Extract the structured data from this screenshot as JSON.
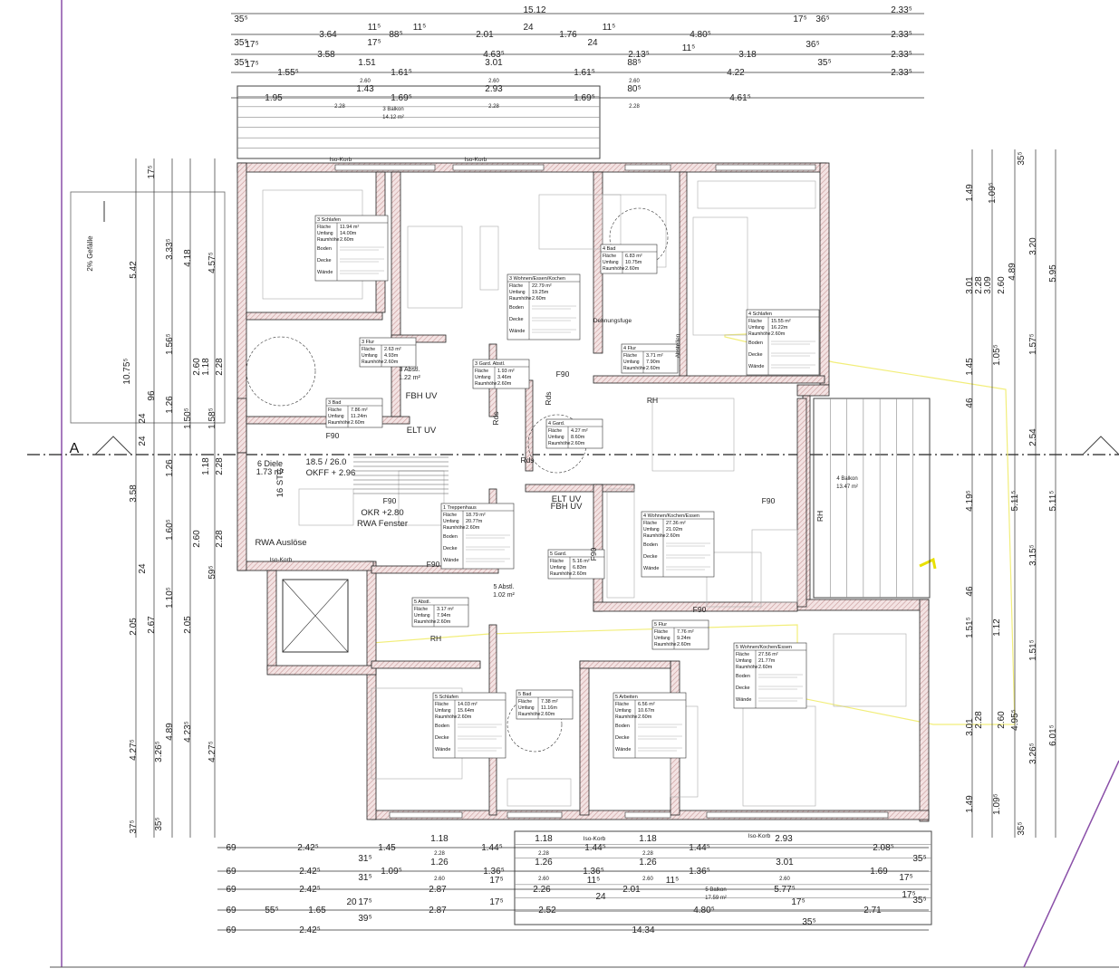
{
  "colors": {
    "wall_hatch": "#c99a9a",
    "wall_line": "#222222",
    "line": "#333333",
    "overlay_yellow": "#f2ee7a",
    "border_purple": "#8a4fa8"
  },
  "section_marker": "A",
  "slope_note": "2% Gefälle",
  "room_table_labels": {
    "area": "Fläche",
    "perimeter": "Umfang",
    "height": "Raumhöhe",
    "floor": "Boden",
    "ceiling": "Decke",
    "walls": "Wände"
  },
  "rooms": [
    {
      "name": "3 Schlafen",
      "area": "11.94 m²",
      "perimeter": "14.00m",
      "height": "2.60m",
      "finish": true
    },
    {
      "name": "3 Wohnen/Essen/Kochen",
      "area": "22.79 m²",
      "perimeter": "19.25m",
      "height": "2.60m",
      "finish": true
    },
    {
      "name": "4 Bad",
      "area": "6.83 m²",
      "perimeter": "10.75m",
      "height": "2.60m",
      "finish": false
    },
    {
      "name": "3 Flur",
      "area": "2.63 m²",
      "perimeter": "4.93m",
      "height": "2.60m",
      "finish": false
    },
    {
      "name": "3 Gard. Abstl.",
      "area": "1.93 m²",
      "perimeter": "3.46m",
      "height": "2.60m",
      "finish": false
    },
    {
      "name": "3 Bad",
      "area": "7.86 m²",
      "perimeter": "11.24m",
      "height": "2.60m",
      "finish": false
    },
    {
      "name": "4 Schlafen",
      "area": "15.55 m²",
      "perimeter": "16.22m",
      "height": "2.60m",
      "finish": true
    },
    {
      "name": "4 Flur",
      "area": "3.71 m²",
      "perimeter": "7.90m",
      "height": "2.60m",
      "finish": false
    },
    {
      "name": "4 Gard.",
      "area": "4.27 m²",
      "perimeter": "8.60m",
      "height": "2.60m",
      "finish": false
    },
    {
      "name": "4 Wohnen/Kochen/Essen",
      "area": "27.36 m²",
      "perimeter": "21.02m",
      "height": "2.60m",
      "finish": true
    },
    {
      "name": "1 Treppenhaus",
      "area": "18.79 m²",
      "perimeter": "20.77m",
      "height": "2.60m",
      "finish": true
    },
    {
      "name": "5 Gard.",
      "area": "5.16 m²",
      "perimeter": "6.83m",
      "height": "2.60m",
      "finish": false
    },
    {
      "name": "5 Abstl.",
      "area": "3.17 m²",
      "perimeter": "7.94m",
      "height": "2.60m",
      "finish": false
    },
    {
      "name": "5 Flur",
      "area": "7.76 m²",
      "perimeter": "9.24m",
      "height": "2.60m",
      "finish": false
    },
    {
      "name": "5 Wohnen/Kochen/Essen",
      "area": "27.56 m²",
      "perimeter": "21.77m",
      "height": "2.60m",
      "finish": true
    },
    {
      "name": "5 Schlafen",
      "area": "14.03 m²",
      "perimeter": "15.64m",
      "height": "2.60m",
      "finish": true
    },
    {
      "name": "5 Bad",
      "area": "7.38 m²",
      "perimeter": "11.16m",
      "height": "2.60m",
      "finish": false
    },
    {
      "name": "5 Arbeiten",
      "area": "6.56 m²",
      "perimeter": "10.67m",
      "height": "2.60m",
      "finish": true
    }
  ],
  "simple_rooms": [
    {
      "name": "3 Abstl.",
      "area": "1.22 m²"
    },
    {
      "name": "5 Abstl.",
      "area": "1.02 m²"
    },
    {
      "name": "6 Diele",
      "area": "1.73 m²"
    },
    {
      "name": "3 Balkon",
      "area": "14.12 m²"
    },
    {
      "name": "4 Balkon",
      "area": "13.47 m²"
    },
    {
      "name": "5 Balkon",
      "area": "17.59 m²"
    }
  ],
  "annotations": [
    "F90",
    "F90",
    "F90",
    "F90",
    "F90",
    "F90",
    "F90",
    "FBH UV",
    "ELT UV",
    "ELT UV",
    "FBH UV",
    "Rds",
    "Rds",
    "Rds",
    "16 STG",
    "18.5 / 26.0",
    "OKFF + 2.96",
    "OKR +2.80",
    "RWA Fenster",
    "RWA Auslöse",
    "Iso-Korb",
    "Iso-Korb",
    "Iso-Korb",
    "Iso-Korb",
    "Iso-Korb",
    "RH",
    "RH",
    "RH",
    "Abstellen",
    "Dehnungsfuge"
  ],
  "dimensions": {
    "top": [
      "15.12",
      "2.33⁵",
      "35⁵",
      "3.64",
      "11⁵",
      "88⁵",
      "11⁵",
      "2.01",
      "24",
      "1.76",
      "11⁵",
      "4.80⁵",
      "17⁵",
      "36⁵",
      "2.33⁵",
      "35⁵",
      "17⁵",
      "3.58",
      "17⁵",
      "4.63⁵",
      "24",
      "2.13⁵",
      "11⁵",
      "3.18",
      "36⁵",
      "2.33⁵",
      "35⁵",
      "17⁵",
      "1.55⁵",
      "1.51",
      "1.61⁵",
      "3.01",
      "1.61⁵",
      "88⁵",
      "4.22",
      "35⁵",
      "2.33⁵",
      "2.60",
      "1.43",
      "2.60",
      "2.93",
      "2.60",
      "80⁵",
      "1.95",
      "1.69⁵",
      "1.69⁵",
      "4.61⁵",
      "2.28",
      "2.28",
      "2.28"
    ],
    "bottom": [
      "69",
      "2.42⁵",
      "1.45",
      "1.18",
      "1.44⁵",
      "1.18",
      "1.44⁵",
      "1.18",
      "1.44⁵",
      "2.93",
      "2.08⁵",
      "2.28",
      "2.28",
      "2.28",
      "31⁵",
      "1.26",
      "1.26",
      "1.26",
      "3.01",
      "35⁵",
      "69",
      "2.42⁵",
      "1.09⁵",
      "1.36⁵",
      "1.36⁵",
      "1.36⁵",
      "1.69",
      "31⁵",
      "2.60",
      "2.60",
      "2.60",
      "2.60",
      "17⁵",
      "69",
      "2.42⁵",
      "2.87",
      "17⁵",
      "2.26",
      "11⁵",
      "2.01",
      "11⁵",
      "5.77⁵",
      "17⁵",
      "69",
      "55⁵",
      "1.65",
      "20",
      "17⁵",
      "39⁵",
      "2.87",
      "17⁵",
      "2.52",
      "24",
      "4.80⁵",
      "17⁵",
      "2.71",
      "35⁵",
      "69",
      "2.42⁵",
      "14.34",
      "35⁵"
    ],
    "left": [
      "5.42",
      "10.75⁵",
      "3.58",
      "2.05",
      "4.27⁵",
      "17⁵",
      "3.33⁵",
      "96",
      "24",
      "1.26",
      "24",
      "1.26",
      "24",
      "2.67",
      "4.89",
      "3.26⁵",
      "35⁵",
      "4.18",
      "1.56⁵",
      "1.50⁵",
      "1.60⁵",
      "1.10⁵",
      "2.05",
      "4.23⁵",
      "4.57⁵",
      "1.58⁵",
      "59⁵",
      "4.27⁵",
      "2.28",
      "2.28",
      "2.28",
      "1.18",
      "1.18",
      "2.60",
      "2.60",
      "37⁵"
    ],
    "right": [
      "1.49",
      "3.01",
      "1.45",
      "46",
      "4.19⁵",
      "46",
      "1.51⁵",
      "3.01",
      "1.49",
      "1.09⁵",
      "2.28",
      "3.09",
      "2.28",
      "4.89",
      "1.05⁵",
      "1.12",
      "4.95⁵",
      "1.09⁵",
      "3.20",
      "1.57⁵",
      "2.54",
      "5.11⁵",
      "3.15⁵",
      "1.51⁵",
      "3.26⁵",
      "5.95",
      "5.11⁵",
      "6.01⁵",
      "35⁵",
      "35⁵",
      "2.60",
      "2.60"
    ]
  }
}
